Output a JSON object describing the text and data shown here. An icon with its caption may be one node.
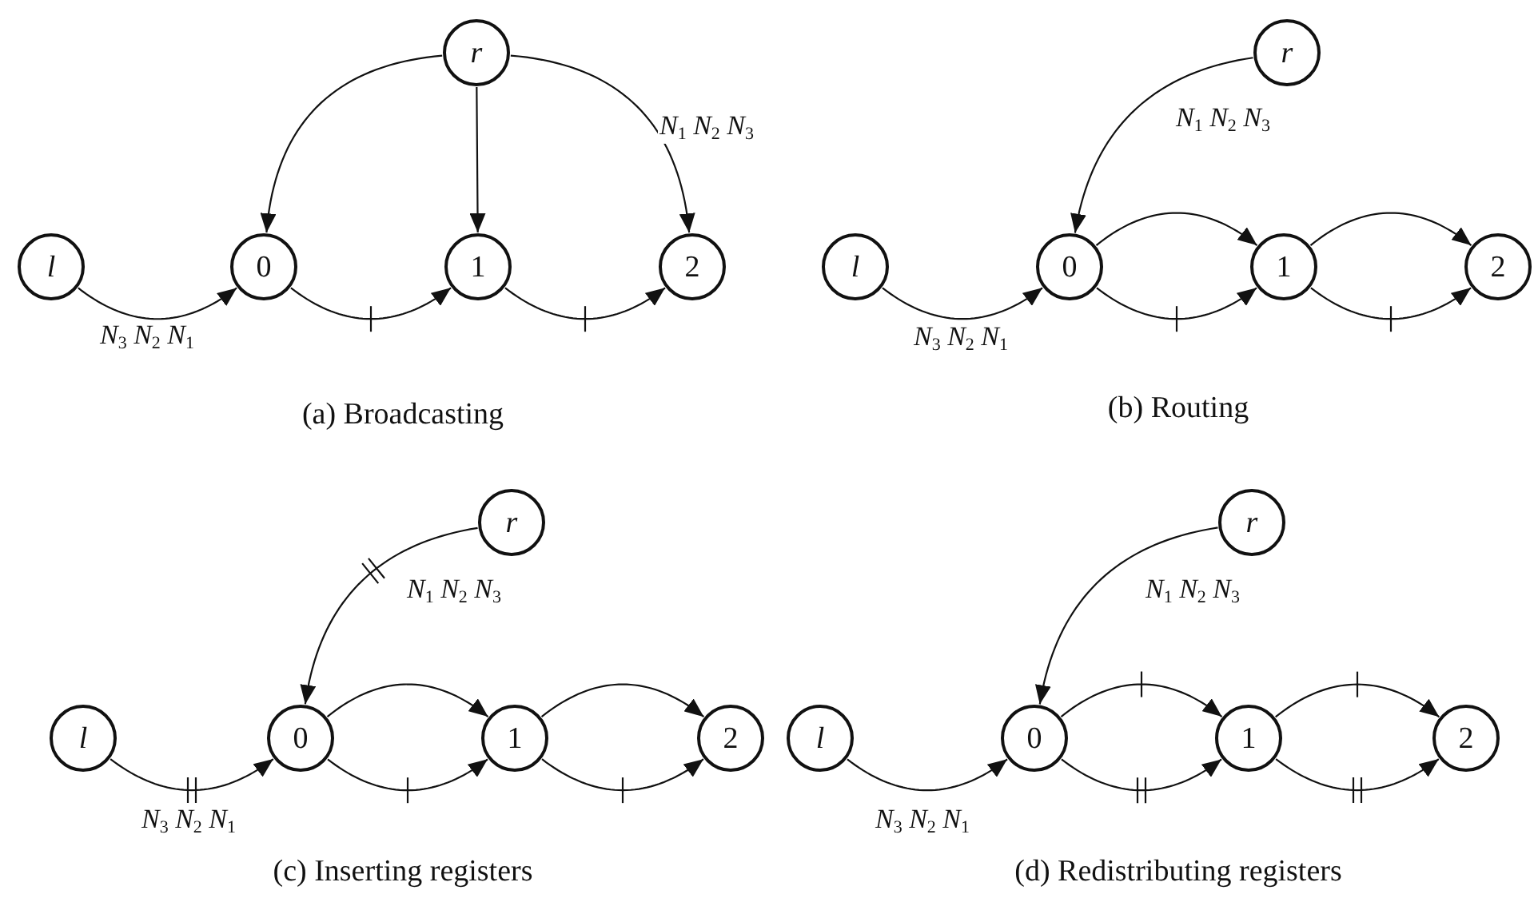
{
  "diagram": {
    "nodes": [
      {
        "text": [
          "r"
        ]
      },
      {
        "text": [
          "l"
        ]
      },
      {
        "text": [
          "0"
        ]
      },
      {
        "text": [
          "1"
        ]
      },
      {
        "text": [
          "2"
        ]
      },
      {
        "text": [
          "r"
        ]
      },
      {
        "text": [
          "l"
        ]
      },
      {
        "text": [
          "0"
        ]
      },
      {
        "text": [
          "1"
        ]
      },
      {
        "text": [
          "2"
        ]
      },
      {
        "text": [
          "r"
        ]
      },
      {
        "text": [
          "l"
        ]
      },
      {
        "text": [
          "0"
        ]
      },
      {
        "text": [
          "1"
        ]
      },
      {
        "text": [
          "2"
        ]
      },
      {
        "text": [
          "r"
        ]
      },
      {
        "text": [
          "l"
        ]
      },
      {
        "text": [
          "0"
        ]
      },
      {
        "text": [
          "1"
        ]
      },
      {
        "text": [
          "2"
        ]
      }
    ],
    "edges": [
      {
        "from": 0,
        "to": 2,
        "arrow": "to"
      },
      {
        "from": 0,
        "to": 3,
        "arrow": "to"
      },
      {
        "from": 0,
        "to": 4,
        "arrow": "to",
        "label": "*N*$_{1}$ *N*$_{2}$ *N*$_{3}$"
      },
      {
        "from": 1,
        "to": 2,
        "arrow": "to",
        "label": "*N*$_{3}$ *N*$_{2}$ *N*$_{1}$"
      },
      {
        "from": 2,
        "to": 3,
        "arrow": "to"
      },
      {
        "from": 3,
        "to": 4,
        "arrow": "to"
      },
      {
        "from": 5,
        "to": 7,
        "arrow": "to",
        "label": "*N*$_{1}$ *N*$_{2}$ *N*$_{3}$"
      },
      {
        "from": 6,
        "to": 7,
        "arrow": "to",
        "label": "*N*$_{3}$ *N*$_{2}$ *N*$_{1}$"
      },
      {
        "from": 7,
        "to": 8,
        "arrow": "to"
      },
      {
        "from": 7,
        "to": 8,
        "arrow": "to"
      },
      {
        "from": 8,
        "to": 9,
        "arrow": "to"
      },
      {
        "from": 8,
        "to": 9,
        "arrow": "to"
      },
      {
        "from": 10,
        "to": 12,
        "arrow": "to",
        "label": "*N*$_{1}$ *N*$_{2}$ *N*$_{3}$"
      },
      {
        "from": 11,
        "to": 12,
        "arrow": "to",
        "label": "*N*$_{3}$ *N*$_{2}$ *N*$_{1}$"
      },
      {
        "from": 12,
        "to": 13,
        "arrow": "to"
      },
      {
        "from": 12,
        "to": 13,
        "arrow": "to"
      },
      {
        "from": 13,
        "to": 14,
        "arrow": "to"
      },
      {
        "from": 13,
        "to": 14,
        "arrow": "to"
      },
      {
        "from": 15,
        "to": 17,
        "arrow": "to",
        "label": "*N*$_{1}$ *N*$_{2}$ *N*$_{3}$"
      },
      {
        "from": 16,
        "to": 17,
        "arrow": "to",
        "label": "*N*$_{3}$ *N*$_{2}$ *N*$_{1}$"
      },
      {
        "from": 17,
        "to": 18,
        "arrow": "to"
      },
      {
        "from": 17,
        "to": 18,
        "arrow": "to"
      },
      {
        "from": 18,
        "to": 19,
        "arrow": "to"
      },
      {
        "from": 18,
        "to": 19,
        "arrow": "to"
      }
    ],
    "labels": [
      "(a) Broadcasting",
      "(b) Routing",
      "(c) Inserting registers",
      "(d) Redistributing registers"
    ]
  }
}
